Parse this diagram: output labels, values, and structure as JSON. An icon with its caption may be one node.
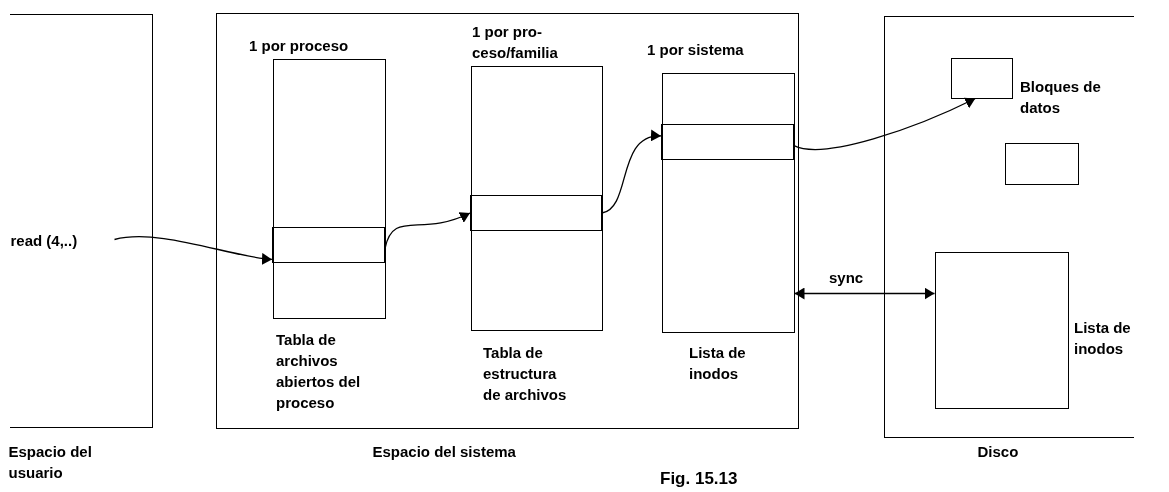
{
  "diagram": {
    "caption": "Fig. 15.13",
    "nodes": [
      {
        "text": [
          "Espacio del usuario"
        ]
      },
      {
        "text": [
          "read (4,..)"
        ],
        "in": 0
      },
      {
        "text": [
          "Espacio del sistema"
        ]
      },
      {
        "text": [
          "1 por proceso",
          "Tabla de archivos abiertos del proceso"
        ],
        "in": 2
      },
      {
        "text": [],
        "shape": "box",
        "in": 3
      },
      {
        "text": [
          "1 por pro- ceso/familia",
          "Tabla de estructura de archivos"
        ],
        "in": 2
      },
      {
        "text": [],
        "shape": "box",
        "in": 5
      },
      {
        "text": [
          "1 por sistema",
          "Lista de inodos"
        ],
        "in": 2
      },
      {
        "text": [],
        "shape": "box",
        "in": 7
      },
      {
        "text": [
          "Disco"
        ]
      },
      {
        "text": [],
        "shape": "box",
        "in": 9
      },
      {
        "text": [],
        "shape": "box",
        "in": 9
      },
      {
        "text": [],
        "shape": "box",
        "in": 9,
        "beside": [
          "Lista de inodos"
        ]
      }
    ],
    "edges": [
      {
        "from": 1,
        "to": 4,
        "arrow": "to"
      },
      {
        "from": 4,
        "to": 6,
        "arrow": "to"
      },
      {
        "from": 6,
        "to": 8,
        "arrow": "to"
      },
      {
        "from": 8,
        "to": 10,
        "arrow": "to"
      },
      {
        "from": 7,
        "to": 12,
        "arrow": "both",
        "label": "sync"
      }
    ],
    "labels": [
      "Bloques de datos"
    ]
  }
}
